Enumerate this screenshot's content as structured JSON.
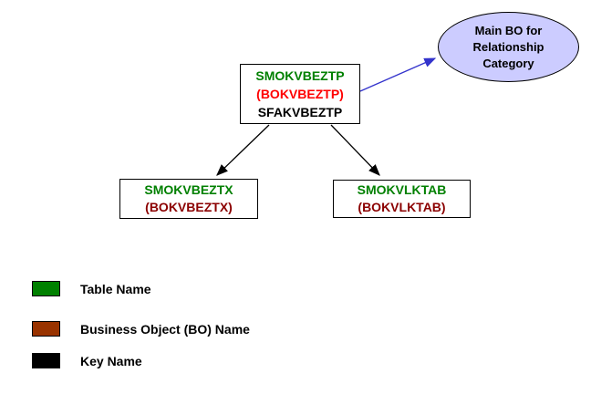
{
  "diagram": {
    "ellipse": {
      "lines": [
        "Main BO for",
        "Relationship",
        "Category"
      ],
      "fill": "#ccccff"
    },
    "parent_box": {
      "table_name": "SMOKVBEZTP",
      "bo_name": "(BOKVBEZTP)",
      "key_name": "SFAKVBEZTP",
      "table_color": "#008000",
      "bo_color": "#ff0000",
      "key_color": "#000000"
    },
    "child_left": {
      "table_name": "SMOKVBEZTX",
      "bo_name": "(BOKVBEZTX)",
      "table_color": "#008000",
      "bo_color": "#8b0000"
    },
    "child_right": {
      "table_name": "SMOKVLKTAB",
      "bo_name": "(BOKVLKTAB)",
      "table_color": "#008000",
      "bo_color": "#8b0000"
    },
    "arrow_black_color": "#000000",
    "arrow_blue_color": "#3333cc"
  },
  "legend": {
    "items": [
      {
        "label": "Table Name",
        "swatch_color": "#008000"
      },
      {
        "label": "Business Object (BO) Name",
        "swatch_color": "#993300"
      },
      {
        "label": "Key Name",
        "swatch_color": "#000000"
      }
    ]
  }
}
